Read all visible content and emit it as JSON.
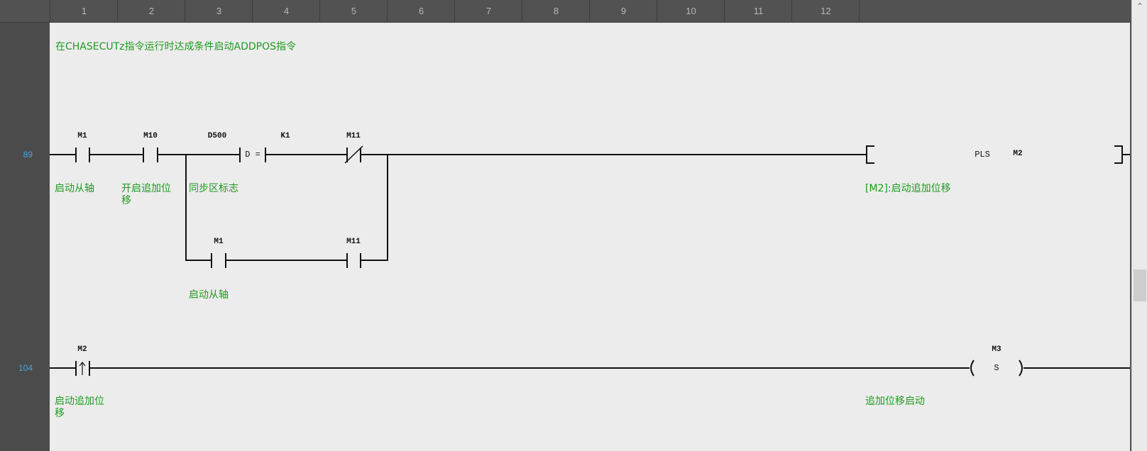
{
  "columns": [
    "1",
    "2",
    "3",
    "4",
    "5",
    "6",
    "7",
    "8",
    "9",
    "10",
    "11",
    "12"
  ],
  "statement": "在CHASECUTz指令运行时达成条件启动ADDPOS指令",
  "rungs": [
    {
      "step": "89",
      "contacts": {
        "m1": {
          "operand": "M1",
          "comment": "启动从轴",
          "type": "normally-open"
        },
        "m10": {
          "operand": "M10",
          "comment": "开启追加位\n移",
          "type": "normally-open"
        },
        "cmp": {
          "operand1": "D500",
          "operator": "D =",
          "operand2": "K1",
          "comment": "同步区标志"
        },
        "m11": {
          "operand": "M11",
          "type": "normally-closed"
        },
        "branch_m1": {
          "operand": "M1",
          "comment": "启动从轴",
          "type": "normally-open"
        },
        "branch_m11": {
          "operand": "M11",
          "type": "normally-open"
        }
      },
      "instruction": {
        "name": "PLS",
        "operand": "M2",
        "comment": "[M2]:启动追加位移"
      }
    },
    {
      "step": "104",
      "contacts": {
        "m2": {
          "operand": "M2",
          "comment": "启动追加位\n移",
          "type": "rising-edge"
        }
      },
      "coil": {
        "operand": "M3",
        "function": "S",
        "comment": "追加位移启动"
      }
    }
  ],
  "colors": {
    "comment": "#1f9a1f",
    "step_number": "#4aa3e0",
    "wire": "#111111"
  }
}
